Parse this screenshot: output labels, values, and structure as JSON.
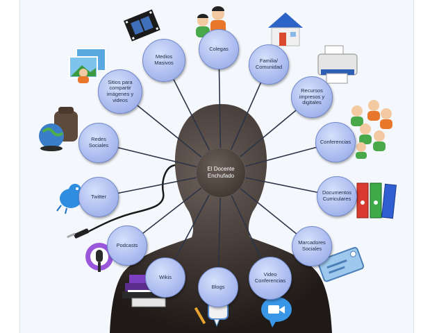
{
  "diagram": {
    "center_label": "El Docente\nEnchufado",
    "nodes": [
      {
        "id": "colegas",
        "label": "Colegas",
        "icon": "colleagues-icon"
      },
      {
        "id": "familia",
        "label": "Familia/\nComunidad",
        "icon": "house-icon"
      },
      {
        "id": "recursos",
        "label": "Recursos\nimpresos y\ndigitales",
        "icon": "printer-icon"
      },
      {
        "id": "conferencias",
        "label": "Conferencias",
        "icon": "people-group-icon"
      },
      {
        "id": "documentos",
        "label": "Documentos\nCurriculares",
        "icon": "binders-icon"
      },
      {
        "id": "marcadores",
        "label": "Marcadores\nSociales",
        "icon": "tag-icon"
      },
      {
        "id": "video",
        "label": "Video\nConferencias",
        "icon": "video-camera-icon"
      },
      {
        "id": "blogs",
        "label": "Blogs",
        "icon": "blog-icon"
      },
      {
        "id": "wikis",
        "label": "Wikis",
        "icon": "books-icon"
      },
      {
        "id": "podcasts",
        "label": "Podcasts",
        "icon": "microphone-icon"
      },
      {
        "id": "twitter",
        "label": "Twitter",
        "icon": "bird-icon"
      },
      {
        "id": "redes",
        "label": "Redes\nSociales",
        "icon": "backpack-globe-icon"
      },
      {
        "id": "sitios",
        "label": "Sitios para\ncompartir\nimágenes y\nvideos",
        "icon": "photos-icon"
      },
      {
        "id": "medios",
        "label": "Medios\nMasivos",
        "icon": "film-strip-icon"
      }
    ]
  },
  "colors": {
    "node_fill": "#aebef0",
    "node_border": "#6f86c9",
    "head_fill": "#3d3430",
    "connector": "#2b3447",
    "background": "#f4f7fb"
  }
}
